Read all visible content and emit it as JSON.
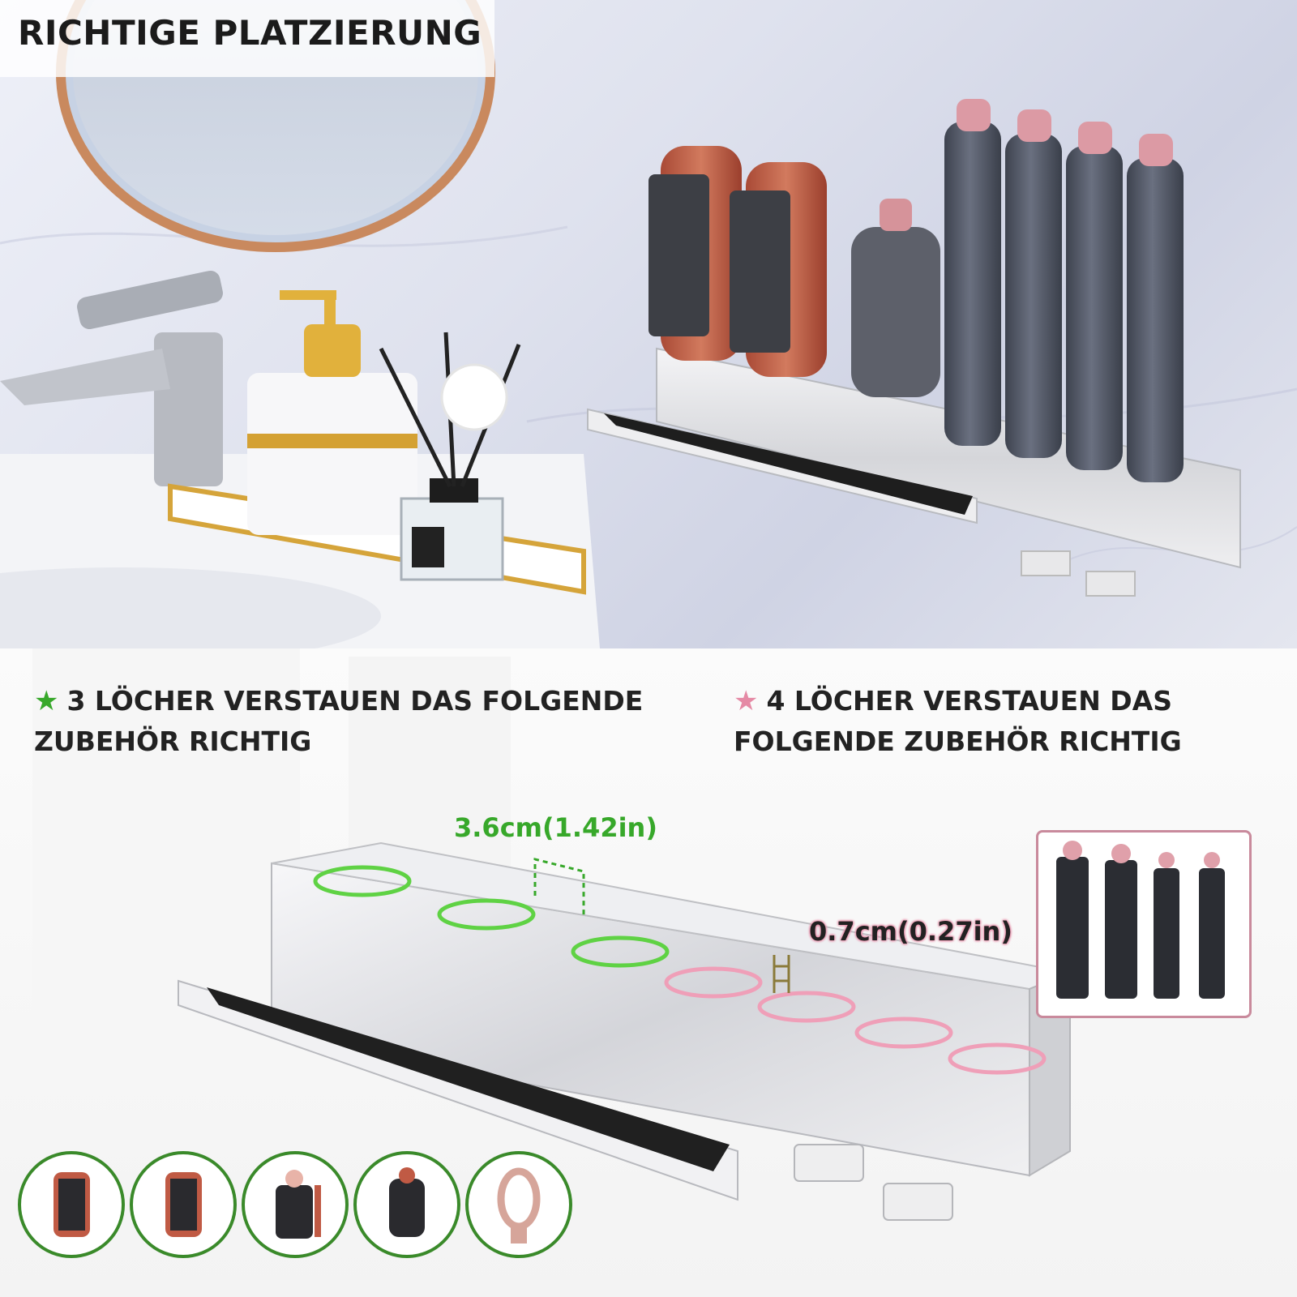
{
  "top": {
    "title": "RICHTIGE PLATZIERUNG"
  },
  "left_heading": {
    "line1": "3 LÖCHER VERSTAUEN DAS FOLGENDE",
    "line2": "ZUBEHÖR RICHTIG",
    "star": "★"
  },
  "right_heading": {
    "line1": "4 LÖCHER VERSTAUEN DAS",
    "line2": "FOLGENDE ZUBEHÖR RICHTIG",
    "star": "★"
  },
  "dimensions": {
    "spacing": "3.6cm(1.42in)",
    "thickness": "0.7cm(0.27in)"
  },
  "colors": {
    "green": "#37a82a",
    "pink": "#e88aa6",
    "steel": "#d8d9dd"
  }
}
